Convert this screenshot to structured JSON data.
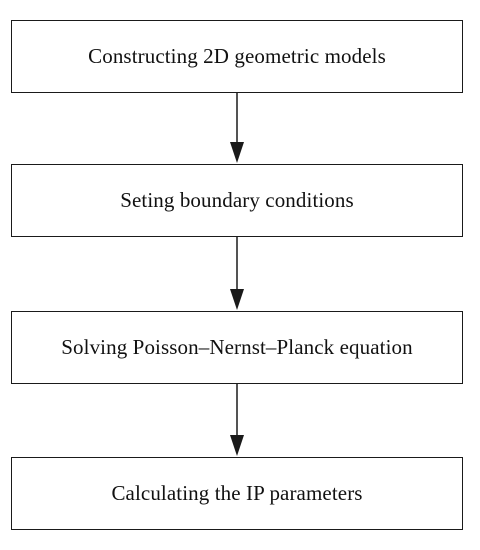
{
  "steps": [
    {
      "label": "Constructing 2D geometric models"
    },
    {
      "label": "Seting boundary conditions"
    },
    {
      "label": "Solving Poisson–Nernst–Planck equation"
    },
    {
      "label": "Calculating the IP parameters"
    }
  ],
  "colors": {
    "border": "#1a1a1a",
    "arrow": "#1a1a1a",
    "text": "#111111",
    "background": "#ffffff"
  }
}
